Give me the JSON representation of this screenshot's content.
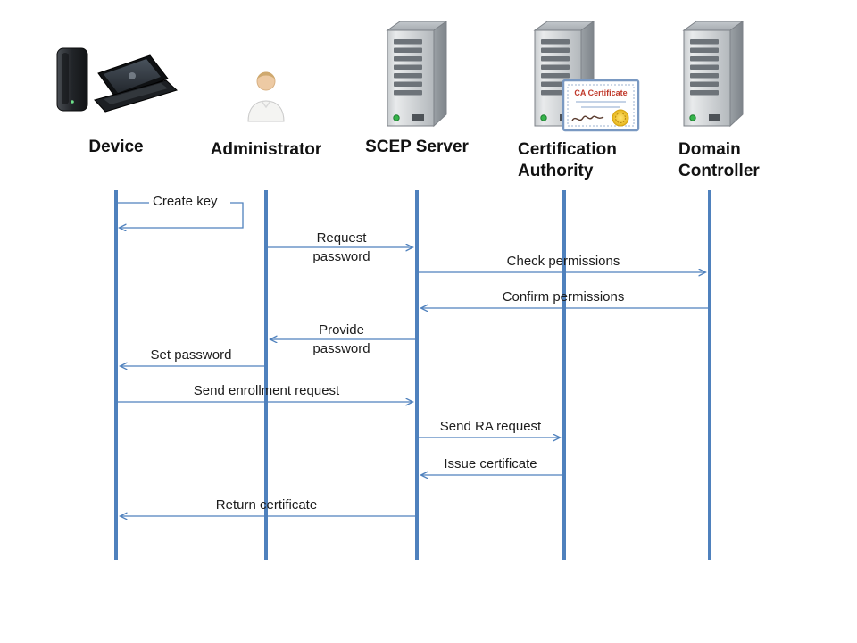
{
  "diagram": {
    "actors": [
      {
        "id": "device",
        "label": "Device",
        "icon": "device-icon"
      },
      {
        "id": "administrator",
        "label": "Administrator",
        "icon": "person-icon"
      },
      {
        "id": "scep-server",
        "label": "SCEP Server",
        "icon": "server-icon"
      },
      {
        "id": "certification-authority",
        "label": "Certification Authority",
        "icon": "server-certificate-icon"
      },
      {
        "id": "domain-controller",
        "label": "Domain Controller",
        "icon": "server-icon"
      }
    ],
    "messages": [
      {
        "label": "Create key",
        "from": "device",
        "to": "device",
        "type": "self"
      },
      {
        "label": "Request password",
        "from": "administrator",
        "to": "scep-server"
      },
      {
        "label": "Check permissions",
        "from": "scep-server",
        "to": "domain-controller"
      },
      {
        "label": "Confirm permissions",
        "from": "domain-controller",
        "to": "scep-server"
      },
      {
        "label": "Provide password",
        "from": "scep-server",
        "to": "administrator"
      },
      {
        "label": "Set password",
        "from": "administrator",
        "to": "device"
      },
      {
        "label": "Send enrollment request",
        "from": "device",
        "to": "scep-server"
      },
      {
        "label": "Send RA request",
        "from": "scep-server",
        "to": "certification-authority"
      },
      {
        "label": "Issue certificate",
        "from": "certification-authority",
        "to": "scep-server"
      },
      {
        "label": "Return certificate",
        "from": "scep-server",
        "to": "device"
      }
    ],
    "ca_certificate_text": "CA Certificate",
    "colors": {
      "lifeline": "#4f81bd",
      "arrow": "#4f81bd",
      "text": "#1c1c1c"
    }
  }
}
